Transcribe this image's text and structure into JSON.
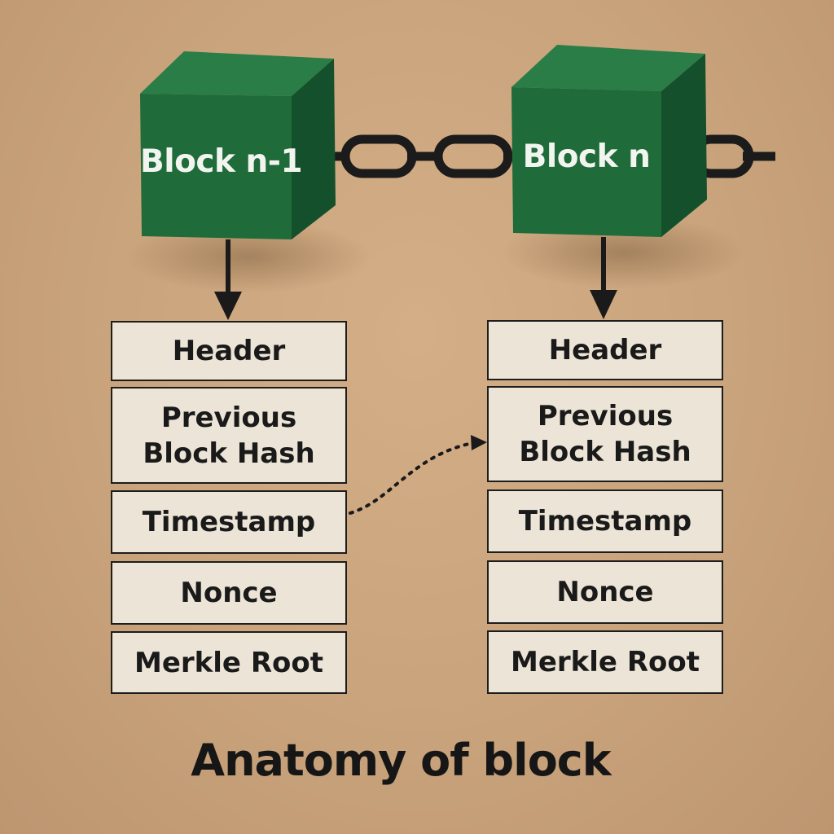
{
  "blocks": [
    {
      "label": "Block n-1"
    },
    {
      "label": "Block n"
    }
  ],
  "fields": [
    "Header",
    "Previous Block Hash",
    "Timestamp",
    "Nonce",
    "Merkle Root"
  ],
  "title": "Anatomy of block",
  "colors": {
    "background": "#c9a37b",
    "cube_front": "#1f6b3a",
    "cube_top": "#2a7d47",
    "cube_side": "#14502b",
    "field_fill": "#ece4d6",
    "stroke": "#1d1d1d"
  }
}
